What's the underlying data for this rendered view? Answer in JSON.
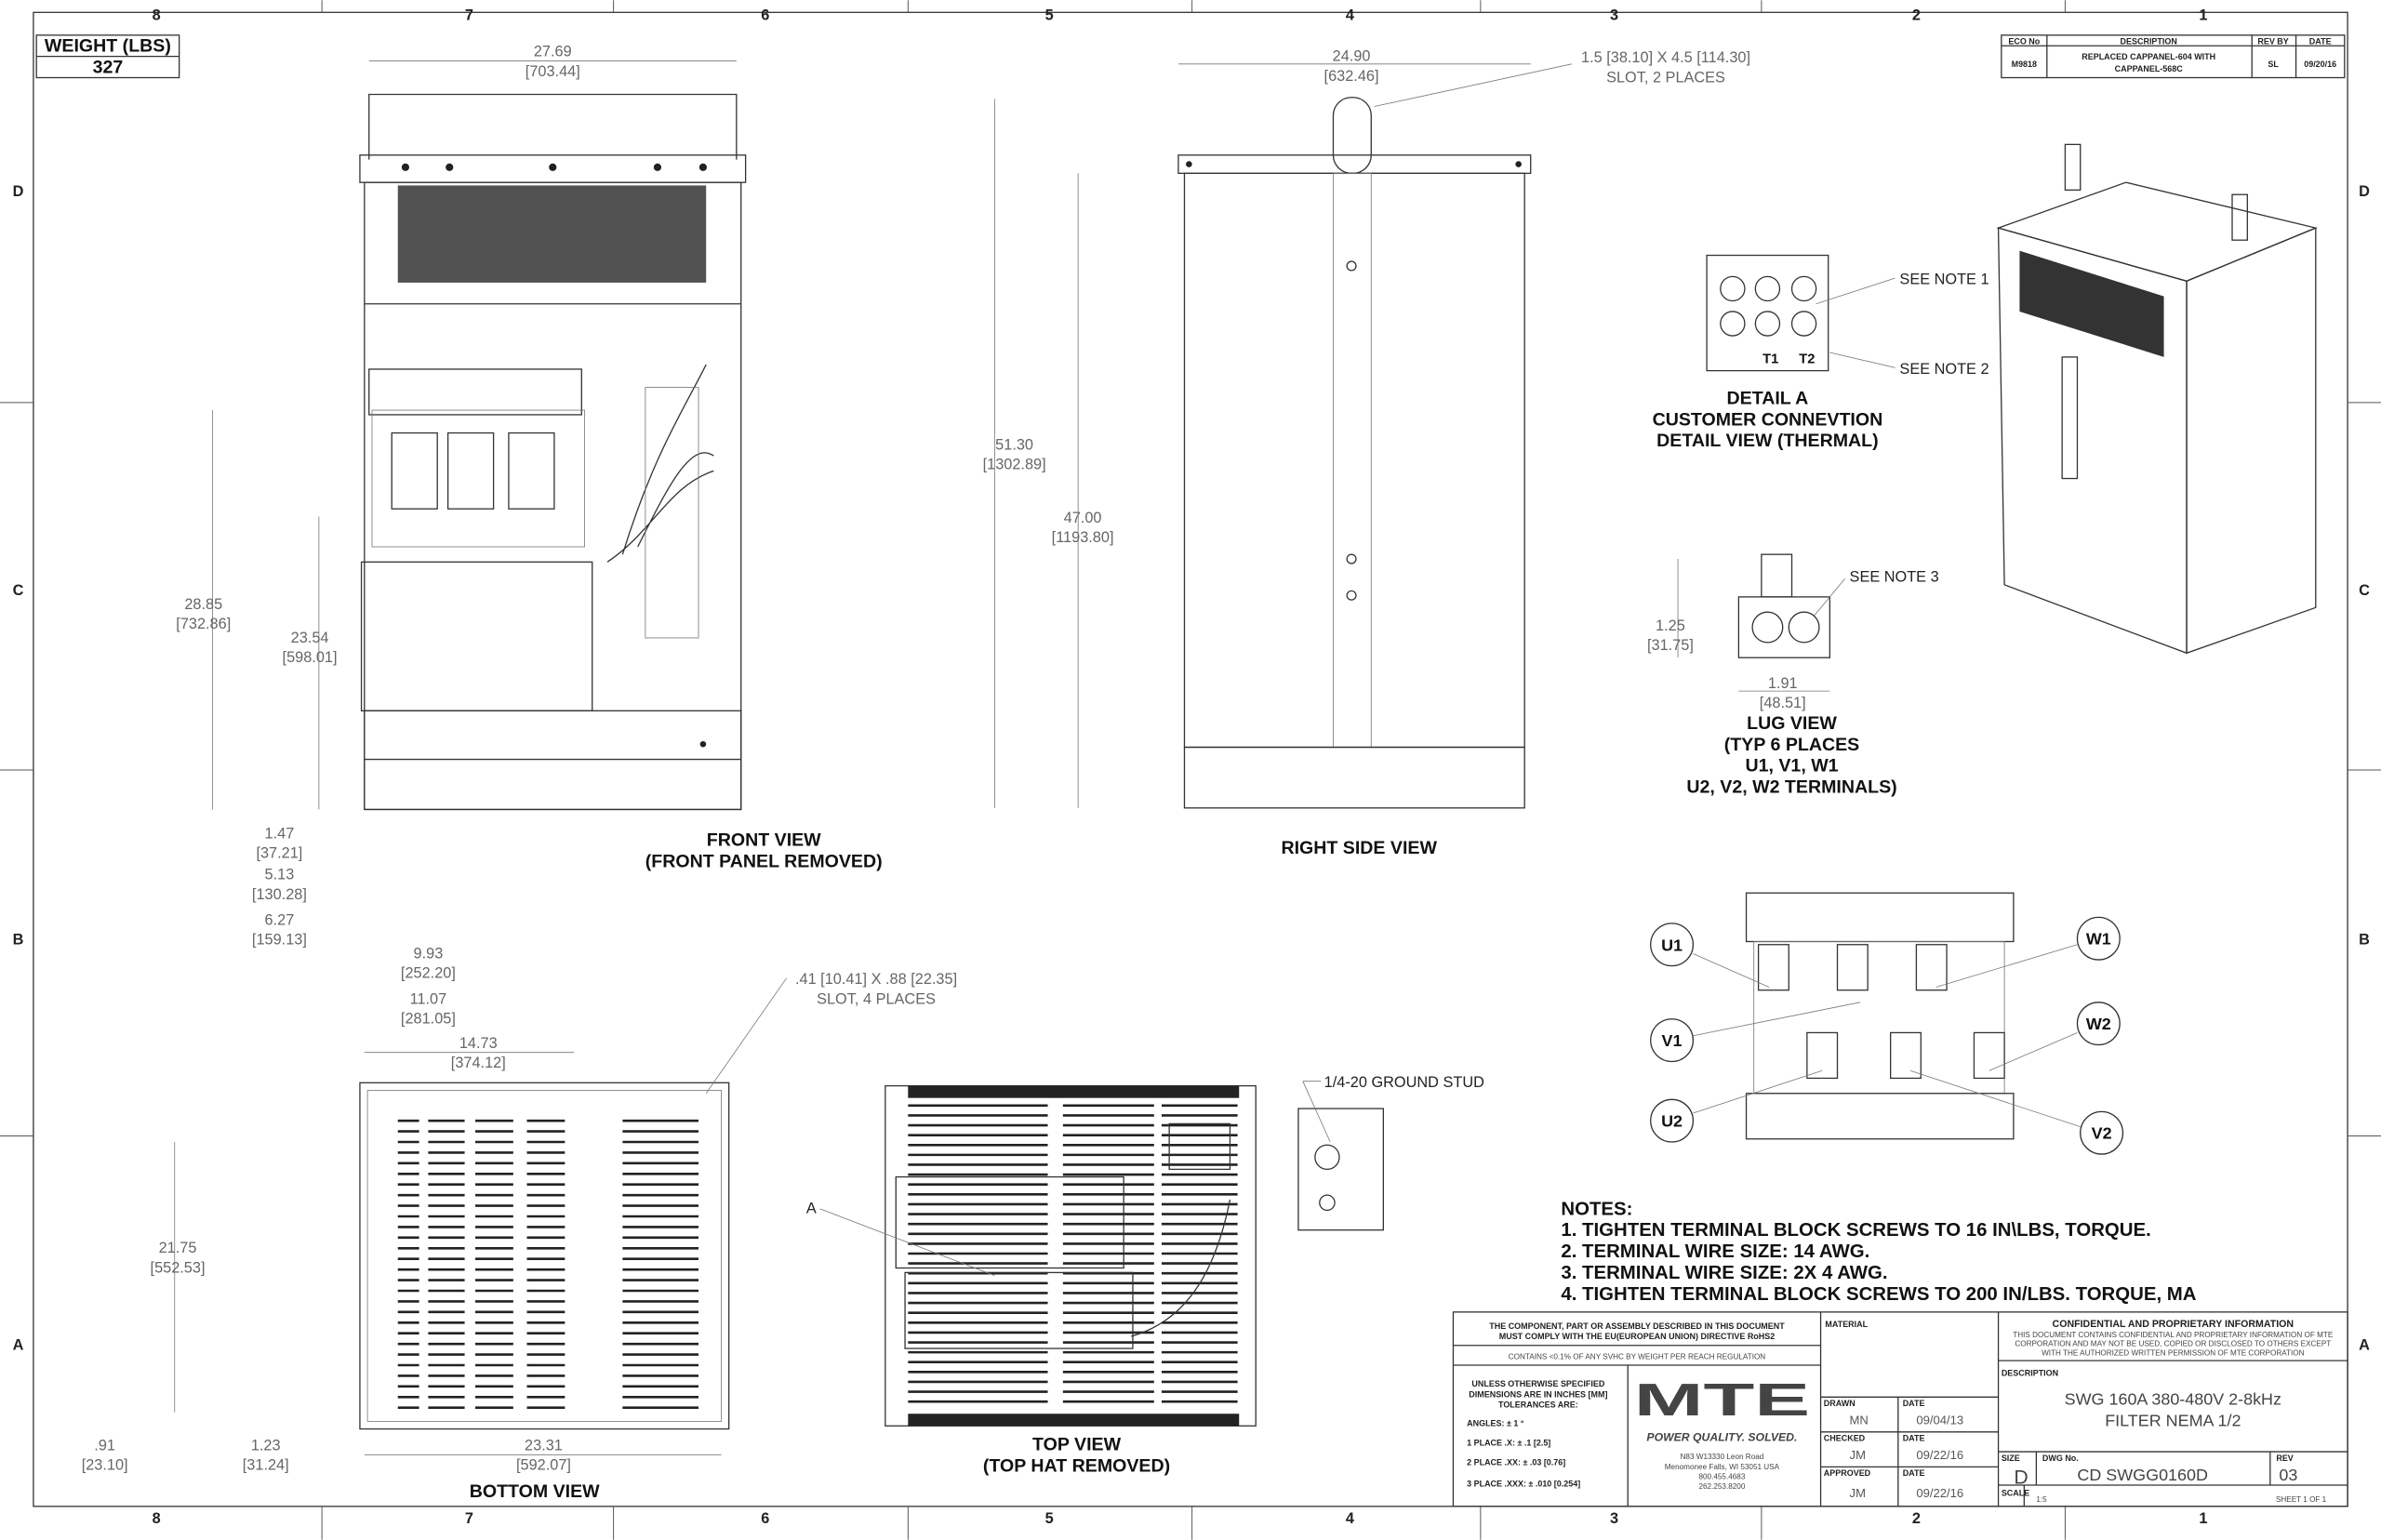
{
  "zones": {
    "columns": [
      "8",
      "7",
      "6",
      "5",
      "4",
      "3",
      "2",
      "1"
    ],
    "rows": [
      "D",
      "C",
      "B",
      "A"
    ]
  },
  "weight": {
    "label": "WEIGHT (LBS)",
    "value": "327"
  },
  "revision": {
    "headers": [
      "ECO No",
      "DESCRIPTION",
      "REV BY",
      "DATE"
    ],
    "eco": "M9818",
    "description_1": "REPLACED CAPPANEL-604 WITH",
    "description_2": "CAPPANEL-568C",
    "rev_by": "SL",
    "date": "09/20/16"
  },
  "views": {
    "front": [
      "FRONT VIEW",
      "(FRONT PANEL REMOVED)"
    ],
    "right": "RIGHT SIDE VIEW",
    "bottom": "BOTTOM VIEW",
    "top": [
      "TOP VIEW",
      "(TOP HAT REMOVED)"
    ],
    "detail": [
      "DETAIL A",
      "CUSTOMER CONNEVTION",
      "DETAIL VIEW (THERMAL)"
    ],
    "lug": [
      "LUG VIEW",
      "(TYP 6 PLACES",
      "U1, V1, W1",
      "U2, V2, W2 TERMINALS)"
    ]
  },
  "callouts": {
    "see_note_1": "SEE NOTE 1",
    "see_note_2": "SEE NOTE 2",
    "see_note_3": "SEE NOTE 3",
    "ground_stud": "1/4-20 GROUND STUD",
    "detail_a": "A",
    "t1": "T1",
    "t2": "T2",
    "terminals": [
      "U1",
      "V1",
      "W1",
      "W2",
      "U2",
      "V2"
    ]
  },
  "dims": [
    {
      "in": "27.69",
      "mm": "[703.44]"
    },
    {
      "in": "24.90",
      "mm": "[632.46]"
    },
    {
      "in": "1.5 [38.10] X 4.5 [114.30]",
      "mm": "SLOT, 2 PLACES"
    },
    {
      "in": "51.30",
      "mm": "[1302.89]"
    },
    {
      "in": "47.00",
      "mm": "[1193.80]"
    },
    {
      "in": "28.85",
      "mm": "[732.86]"
    },
    {
      "in": "23.54",
      "mm": "[598.01]"
    },
    {
      "in": "1.47",
      "mm": "[37.21]"
    },
    {
      "in": "5.13",
      "mm": "[130.28]"
    },
    {
      "in": "6.27",
      "mm": "[159.13]"
    },
    {
      "in": "9.93",
      "mm": "[252.20]"
    },
    {
      "in": "11.07",
      "mm": "[281.05]"
    },
    {
      "in": "14.73",
      "mm": "[374.12]"
    },
    {
      "in": ".41 [10.41] X .88 [22.35]",
      "mm": "SLOT, 4 PLACES"
    },
    {
      "in": "21.75",
      "mm": "[552.53]"
    },
    {
      "in": ".91",
      "mm": "[23.10]"
    },
    {
      "in": "1.23",
      "mm": "[31.24]"
    },
    {
      "in": "23.31",
      "mm": "[592.07]"
    },
    {
      "in": "1.25",
      "mm": "[31.75]"
    },
    {
      "in": "1.91",
      "mm": "[48.51]"
    }
  ],
  "notes": {
    "title": "NOTES:",
    "items": [
      "1.  TIGHTEN TERMINAL BLOCK SCREWS TO 16 IN\\LBS, TORQUE.",
      "2.  TERMINAL WIRE SIZE: 14 AWG.",
      "3.  TERMINAL WIRE SIZE: 2X 4 AWG.",
      "4.  TIGHTEN TERMINAL BLOCK SCREWS TO 200 IN/LBS. TORQUE, MA"
    ]
  },
  "title_block": {
    "rohs_1": "THE COMPONENT, PART OR ASSEMBLY DESCRIBED IN THIS DOCUMENT",
    "rohs_2": "MUST COMPLY WITH THE EU(EUROPEAN UNION) DIRECTIVE RoHS2",
    "svhc": "CONTAINS <0.1% OF ANY SVHC BY WEIGHT PER REACH REGULATION",
    "tol": [
      "UNLESS OTHERWISE SPECIFIED",
      "DIMENSIONS ARE IN INCHES [MM]",
      "TOLERANCES ARE:"
    ],
    "angles": "ANGLES: ± 1 °",
    "place1": "1 PLACE .X: ± .1 [2.5]",
    "place2": "2 PLACE .XX: ± .03 [0.76]",
    "place3": "3 PLACE .XXX: ± .010 [0.254]",
    "logo": "MTE",
    "tagline": "POWER QUALITY. SOLVED.",
    "address": [
      "N83 W13330 Leon Road",
      "Menomonee Falls, WI 53051 USA",
      "800.455.4683",
      "262.253.8200"
    ],
    "material_label": "MATERIAL",
    "drawn_label": "DRAWN",
    "drawn": "MN",
    "drawn_date": "09/04/13",
    "checked_label": "CHECKED",
    "checked": "JM",
    "checked_date": "09/22/16",
    "approved_label": "APPROVED",
    "approved": "JM",
    "approved_date": "09/22/16",
    "date_label": "DATE",
    "conf_title": "CONFIDENTIAL AND PROPRIETARY INFORMATION",
    "conf": [
      "THIS DOCUMENT CONTAINS CONFIDENTIAL AND PROPRIETARY INFORMATION OF MTE",
      "CORPORATION AND MAY NOT BE USED, COPIED OR DISCLOSED TO OTHERS EXCEPT",
      "WITH THE AUTHORIZED WRITTEN PERMISSION OF MTE CORPORATION"
    ],
    "description_label": "DESCRIPTION",
    "description": [
      "SWG 160A 380-480V 2-8kHz",
      "FILTER NEMA 1/2"
    ],
    "size_label": "SIZE",
    "size": "D",
    "dwg_label": "DWG No.",
    "dwg": "CD SWGG0160D",
    "rev_label": "REV",
    "rev": "03",
    "scale_label": "SCALE",
    "scale": "1:5",
    "sheet": "SHEET 1  OF 1"
  }
}
